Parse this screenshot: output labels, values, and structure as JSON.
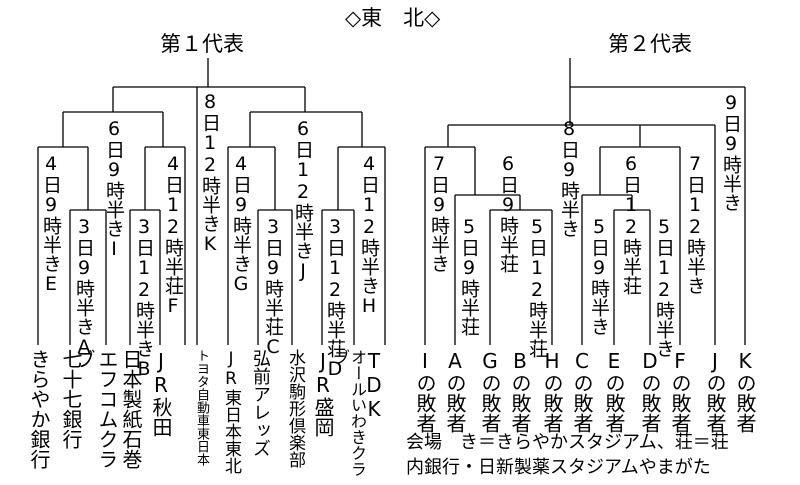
{
  "region_title": "◇東　北◇",
  "first": {
    "title": "第１代表",
    "match_e": "4日9時半きE",
    "match_i": "6日9時半きI",
    "match_k": "8日12時半きK",
    "match_f": "4日12時半荘F",
    "match_a": "3日9時半きA",
    "match_b": "3日12時半きB",
    "match_g": "4日9時半きG",
    "match_j": "6日12時半きJ",
    "match_h": "4日12時半きH",
    "match_c": "3日9時半荘C",
    "match_d": "3日12時半荘D",
    "teams": [
      "きらやか銀行",
      "七十七銀行",
      "エフコムクラブ",
      "日本製紙石巻",
      "JR秋田",
      "トヨタ自動車東日本",
      "JR東日本東北",
      "弘前アレッズ",
      "水沢駒形倶楽部",
      "JR盛岡",
      "オールいわきクラブ",
      "TDK"
    ]
  },
  "second": {
    "title": "第２代表",
    "match_k2": "9日9時半き",
    "match_8": "8日9時半き",
    "match_7a": "7日9時半き",
    "match_6a": "6日9時半荘",
    "match_5a": "5日9時半荘",
    "match_5b": "5日12時半荘",
    "match_6b": "6日12時半荘",
    "match_7b": "7日12時半き",
    "match_5c": "5日9時半き",
    "match_5d": "5日12時半き",
    "teams": [
      "Iの敗者",
      "Aの敗者",
      "Gの敗者",
      "Bの敗者",
      "Hの敗者",
      "Cの敗者",
      "Eの敗者",
      "Dの敗者",
      "Fの敗者",
      "Jの敗者",
      "Kの敗者"
    ]
  },
  "venue": {
    "line1": "会場　き＝きらやかスタジアム、荘＝荘",
    "line2": "内銀行・日新製薬スタジアムやまがた"
  }
}
